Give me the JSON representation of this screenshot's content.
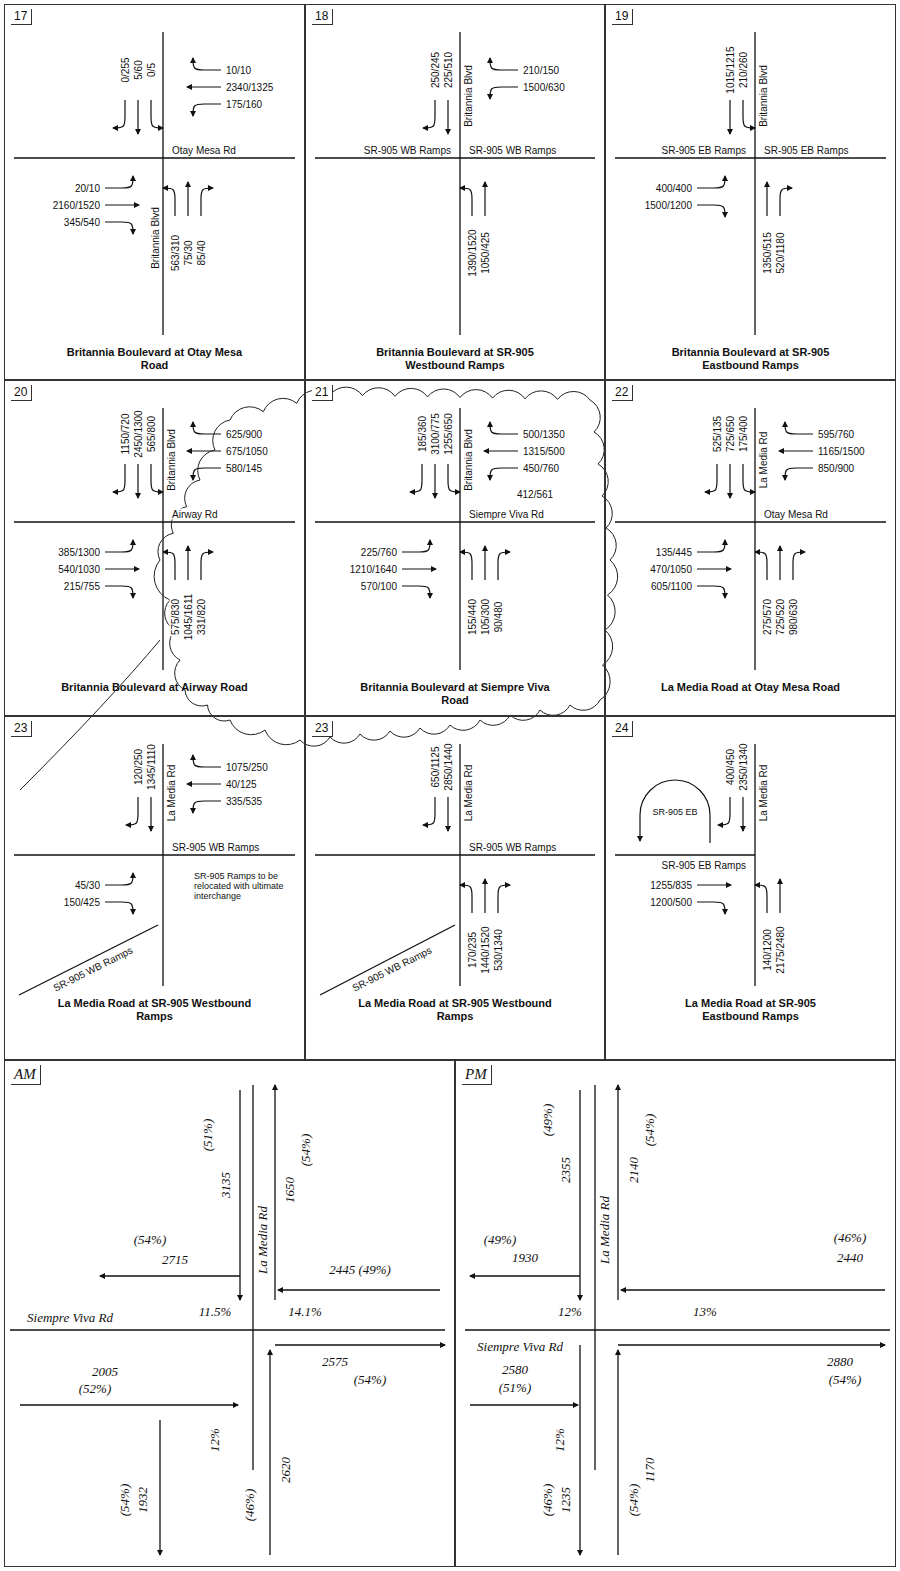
{
  "diagram": {
    "nodes": [
      {
        "text": [
          "17",
          "Britannia Boulevard at Otay Mesa Road"
        ]
      },
      {
        "text": [
          "18",
          "Britannia Boulevard at SR-905 Westbound Ramps"
        ]
      },
      {
        "text": [
          "19",
          "Britannia Boulevard at SR-905 Eastbound Ramps"
        ]
      },
      {
        "text": [
          "20",
          "Britannia Boulevard at Airway Road"
        ]
      },
      {
        "text": [
          "21",
          "Britannia Boulevard at Siempre Viva Road"
        ]
      },
      {
        "text": [
          "22",
          "La Media Road at Otay Mesa Road"
        ]
      },
      {
        "text": [
          "23",
          "La Media Road at SR-905 Westbound Ramps"
        ]
      },
      {
        "text": [
          "23",
          "La Media Road at SR-905 Westbound Ramps"
        ]
      },
      {
        "text": [
          "24",
          "La Media Road at SR-905 Eastbound Ramps"
        ]
      },
      {
        "text": [
          "AM"
        ]
      },
      {
        "text": [
          "PM"
        ]
      }
    ],
    "labels": [
      "0/255",
      "5/60",
      "0/5",
      "10/10",
      "2340/1325",
      "175/160",
      "20/10",
      "2160/1520",
      "345/540",
      "563/310",
      "75/30",
      "85/40",
      "Otay Mesa Rd",
      "Britannia Blvd",
      "250/245",
      "225/510",
      "Britannia Blvd",
      "210/150",
      "1500/630",
      "SR-905 WB Ramps",
      "SR-905 WB Ramps",
      "1390/1520",
      "1050/425",
      "1015/1215",
      "210/260",
      "Britannia Blvd",
      "SR-905 EB Ramps",
      "SR-905 EB Ramps",
      "400/400",
      "1500/1200",
      "1350/515",
      "520/1180",
      "1150/720",
      "2450/1300",
      "565/800",
      "625/900",
      "675/1050",
      "580/145",
      "385/1300",
      "540/1030",
      "215/755",
      "575/830",
      "1045/1611",
      "331/820",
      "Airway Rd",
      "Britannia Blvd",
      "185/360",
      "3100/775",
      "1255/650",
      "500/1350",
      "1315/500",
      "450/760",
      "412/561",
      "225/760",
      "1210/1640",
      "570/100",
      "155/440",
      "105/300",
      "90/480",
      "Siempre Viva Rd",
      "Britannia Blvd",
      "525/135",
      "725/650",
      "175/400",
      "595/760",
      "1165/1500",
      "850/900",
      "135/445",
      "470/1050",
      "605/1100",
      "275/570",
      "725/520",
      "980/630",
      "Otay Mesa Rd",
      "La Media Rd",
      "120/250",
      "1345/1110",
      "La Media Rd",
      "1075/250",
      "40/125",
      "335/535",
      "SR-905 WB Ramps",
      "45/30",
      "150/425",
      "SR-905 Ramps to be relocated with ultimate interchange",
      "SR-905 WB Ramps",
      "650/1125",
      "2850/1440",
      "La Media Rd",
      "SR-905 WB Ramps",
      "170/235",
      "1440/1520",
      "530/1340",
      "SR-905 WB Ramps",
      "SR-905 EB",
      "400/450",
      "2350/1340",
      "La Media Rd",
      "SR-905 EB Ramps",
      "1255/835",
      "1200/500",
      "140/1200",
      "2175/2480",
      "(51%)",
      "3135",
      "La Media Rd",
      "1650",
      "(54%)",
      "(54%)",
      "2715",
      "2445 (49%)",
      "11.5%",
      "14.1%",
      "Siempre Viva Rd",
      "2575",
      "(54%)",
      "2005",
      "(52%)",
      "12%",
      "(46%)",
      "2620",
      "(54%)",
      "1932",
      "(49%)",
      "2355",
      "La Media Rd",
      "2140",
      "(54%)",
      "(46%)",
      "2440",
      "(49%)",
      "1930",
      "12%",
      "13%",
      "Siempre Viva Rd",
      "2580",
      "(51%)",
      "2880",
      "(54%)",
      "12%",
      "(46%)",
      "1235",
      "(54%)",
      "1170"
    ]
  }
}
